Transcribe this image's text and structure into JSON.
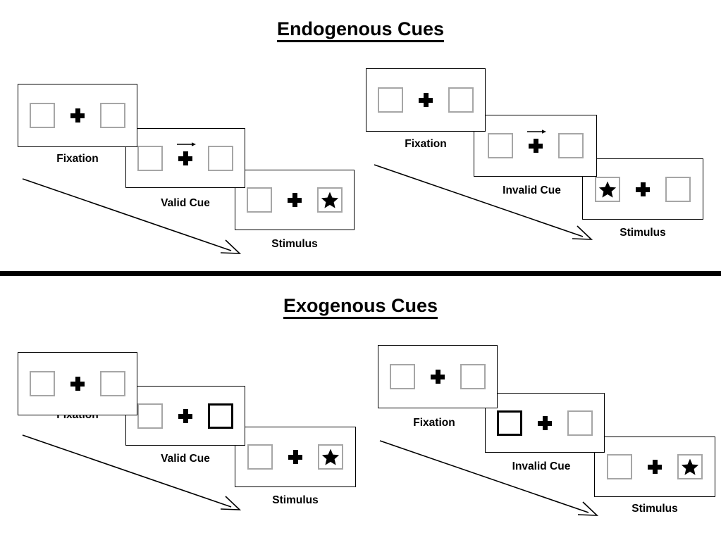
{
  "figure": {
    "type": "diagram",
    "description": "Posner spatial cueing paradigm trial sequences"
  },
  "sections": [
    {
      "id": "endogenous",
      "title": "Endogenous Cues",
      "sequences": [
        {
          "id": "endogenous-valid",
          "panels": [
            {
              "label": "Fixation",
              "cue_type": "none",
              "left_box": "empty",
              "right_box": "empty",
              "center": "plus"
            },
            {
              "label": "Valid Cue",
              "cue_type": "central-arrow",
              "arrow_direction": "right",
              "left_box": "empty",
              "right_box": "empty",
              "center": "plus-with-arrow"
            },
            {
              "label": "Stimulus",
              "cue_type": "none",
              "left_box": "empty",
              "right_box": "star",
              "center": "plus"
            }
          ]
        },
        {
          "id": "endogenous-invalid",
          "panels": [
            {
              "label": "Fixation",
              "cue_type": "none",
              "left_box": "empty",
              "right_box": "empty",
              "center": "plus"
            },
            {
              "label": "Invalid Cue",
              "cue_type": "central-arrow",
              "arrow_direction": "right",
              "left_box": "empty",
              "right_box": "empty",
              "center": "plus-with-arrow"
            },
            {
              "label": "Stimulus",
              "cue_type": "none",
              "left_box": "star",
              "right_box": "empty",
              "center": "plus"
            }
          ]
        }
      ]
    },
    {
      "id": "exogenous",
      "title": "Exogenous Cues",
      "sequences": [
        {
          "id": "exogenous-valid",
          "panels": [
            {
              "label": "Fixation",
              "cue_type": "none",
              "left_box": "empty",
              "right_box": "empty",
              "center": "plus"
            },
            {
              "label": "Valid Cue",
              "cue_type": "peripheral-highlight",
              "cued_side": "right",
              "left_box": "empty",
              "right_box": "cued",
              "center": "plus"
            },
            {
              "label": "Stimulus",
              "cue_type": "none",
              "left_box": "empty",
              "right_box": "star",
              "center": "plus"
            }
          ]
        },
        {
          "id": "exogenous-invalid",
          "panels": [
            {
              "label": "Fixation",
              "cue_type": "none",
              "left_box": "empty",
              "right_box": "empty",
              "center": "plus"
            },
            {
              "label": "Invalid Cue",
              "cue_type": "peripheral-highlight",
              "cued_side": "left",
              "left_box": "cued",
              "right_box": "empty",
              "center": "plus"
            },
            {
              "label": "Stimulus",
              "cue_type": "none",
              "left_box": "empty",
              "right_box": "star",
              "center": "plus"
            }
          ]
        }
      ]
    }
  ],
  "colors": {
    "ink": "#000000",
    "box_border": "#a6a6a6",
    "cued_box_border": "#000000",
    "background": "#ffffff"
  },
  "icons": {
    "fixation_cross": "plus-icon",
    "target": "star-icon",
    "cue_arrow": "arrow-right-icon",
    "time_flow": "diagonal-arrow-icon"
  }
}
